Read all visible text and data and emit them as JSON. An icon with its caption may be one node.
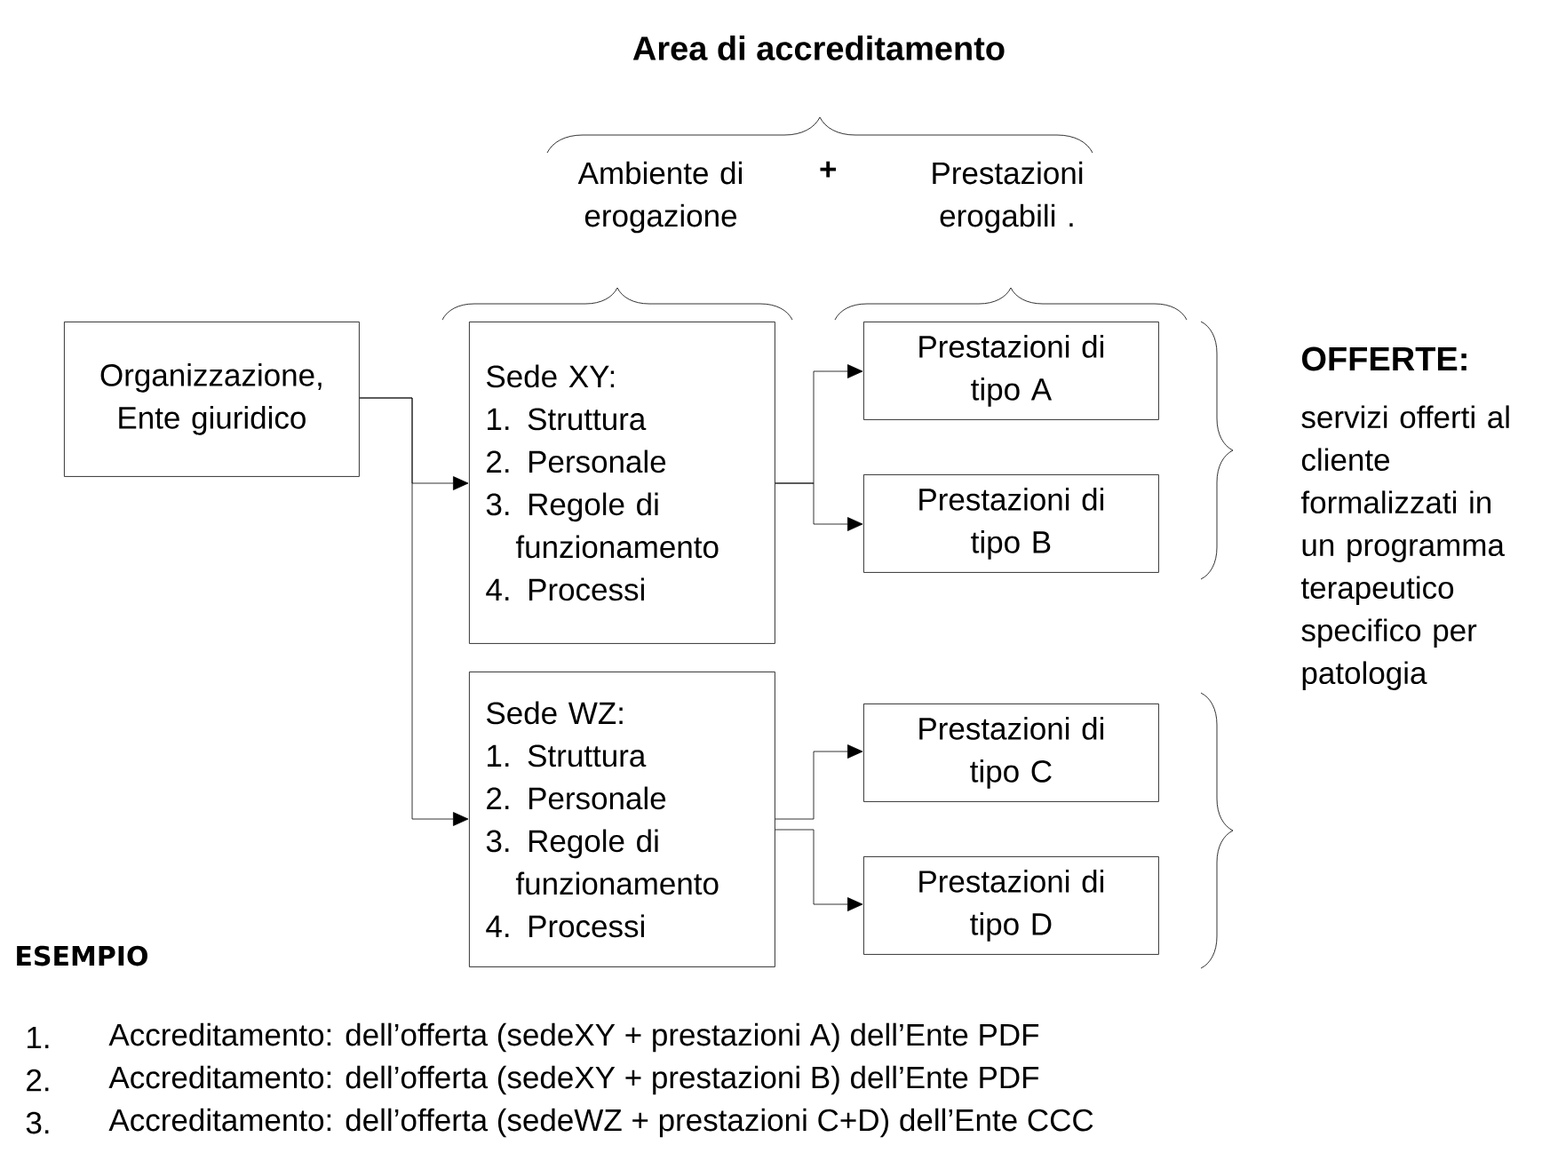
{
  "diagram": {
    "title": "Area di accreditamento",
    "nodes": [
      {
        "text": [
          "Organizzazione, Ente giuridico"
        ]
      },
      {
        "text": [
          "Sede XY:",
          "1. Struttura",
          "2. Personale",
          "3. Regole di funzionamento",
          "4. Processi"
        ]
      },
      {
        "text": [
          "Sede WZ:",
          "1. Struttura",
          "2. Personale",
          "3. Regole di funzionamento",
          "4. Processi"
        ]
      },
      {
        "text": [
          "Prestazioni di tipo A"
        ]
      },
      {
        "text": [
          "Prestazioni di tipo B"
        ]
      },
      {
        "text": [
          "Prestazioni di tipo C"
        ]
      },
      {
        "text": [
          "Prestazioni di tipo D"
        ]
      }
    ],
    "edges": [
      {
        "from": 0,
        "to": 1,
        "arrow": "to"
      },
      {
        "from": 0,
        "to": 2,
        "arrow": "to"
      },
      {
        "from": 1,
        "to": 3,
        "arrow": "to"
      },
      {
        "from": 1,
        "to": 4,
        "arrow": "to"
      },
      {
        "from": 2,
        "to": 5,
        "arrow": "to"
      },
      {
        "from": 2,
        "to": 6,
        "arrow": "to"
      }
    ],
    "labels": [
      "Ambiente di erogazione",
      "+",
      "Prestazioni erogabili .",
      "OFFERTE:",
      "servizi offerti al cliente formalizzati in un programma terapeutico specifico per patologia",
      "ESEMPIO",
      "1.",
      "Accreditamento: dell’offerta (sedeXY + prestazioni A) dell’Ente PDF",
      "2.",
      "Accreditamento: dell’offerta (sedeXY + prestazioni B) dell’Ente PDF",
      "3.",
      "Accreditamento: dell’offerta (sedeWZ + prestazioni C+D) dell’Ente CCC"
    ]
  }
}
